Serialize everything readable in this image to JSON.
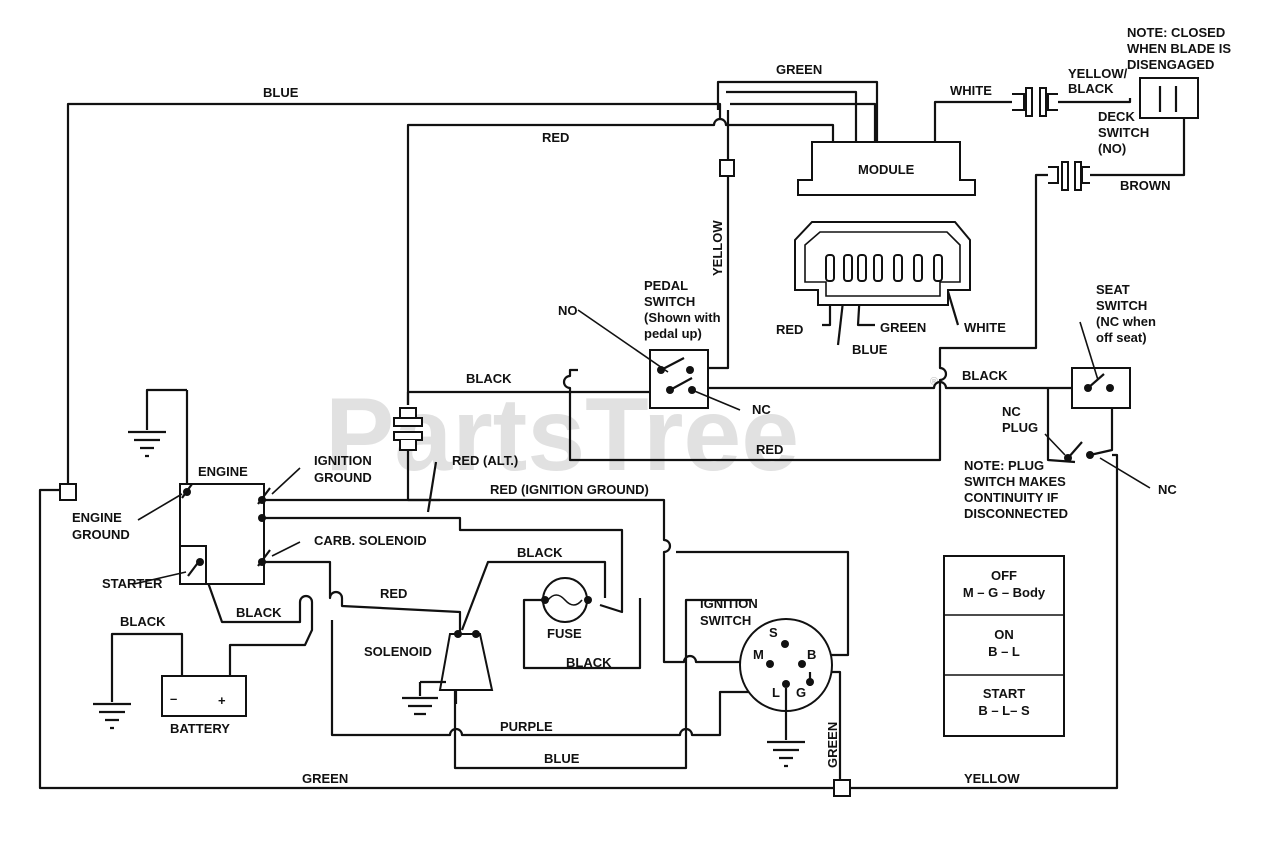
{
  "watermark": "PartsTree",
  "watermark_mark": "®",
  "wire_labels": {
    "blue_top": "BLUE",
    "green_top": "GREEN",
    "red_top": "RED",
    "white_top": "WHITE",
    "yellow_black": "YELLOW/\nBLACK",
    "brown": "BROWN",
    "yellow_vertical": "YELLOW",
    "black_pedal": "BLACK",
    "black_seat": "BLACK",
    "red_loop": "RED",
    "red_alt": "RED (ALT.)",
    "red_ign_ground": "RED  (IGNITION GROUND)",
    "black_solenoid_top": "BLACK",
    "black_starter": "BLACK",
    "red_solenoid": "RED",
    "black_battery": "BLACK",
    "black_fuse": "BLACK",
    "purple": "PURPLE",
    "blue_bottom": "BLUE",
    "green_bottom": "GREEN",
    "green_vertical": "GREEN",
    "yellow_bottom": "YELLOW"
  },
  "components": {
    "module": "MODULE",
    "deck_switch": "DECK\nSWITCH\n(NO)",
    "note_closed": "NOTE:  CLOSED\nWHEN BLADE IS\nDISENGAGED",
    "pedal_switch": "PEDAL\nSWITCH\n(Shown with\npedal up)",
    "no_label": "NO",
    "nc_label": "NC",
    "seat_switch": "SEAT\nSWITCH\n(NC when\noff seat)",
    "nc_plug": "NC\nPLUG",
    "note_plug": "NOTE:  PLUG\nSWITCH MAKES\nCONTINUITY IF\nDISCONNECTED",
    "nc_label_2": "NC",
    "engine": "ENGINE",
    "ignition_ground": "IGNITION\nGROUND",
    "engine_ground": "ENGINE\nGROUND",
    "carb_solenoid": "CARB. SOLENOID",
    "starter": "STARTER",
    "battery": "BATTERY",
    "battery_minus": "–",
    "battery_plus": "+",
    "solenoid": "SOLENOID",
    "fuse": "FUSE",
    "ignition_switch": "IGNITION\nSWITCH",
    "term_s": "S",
    "term_m": "M",
    "term_b": "B",
    "term_l": "L",
    "term_g": "G",
    "conn_red": "RED",
    "conn_blue": "BLUE",
    "conn_green": "GREEN",
    "conn_white": "WHITE"
  },
  "switch_table": {
    "rows": [
      {
        "state": "OFF",
        "contacts": "M – G – Body"
      },
      {
        "state": "ON",
        "contacts": "B – L"
      },
      {
        "state": "START",
        "contacts": "B – L– S"
      }
    ]
  }
}
